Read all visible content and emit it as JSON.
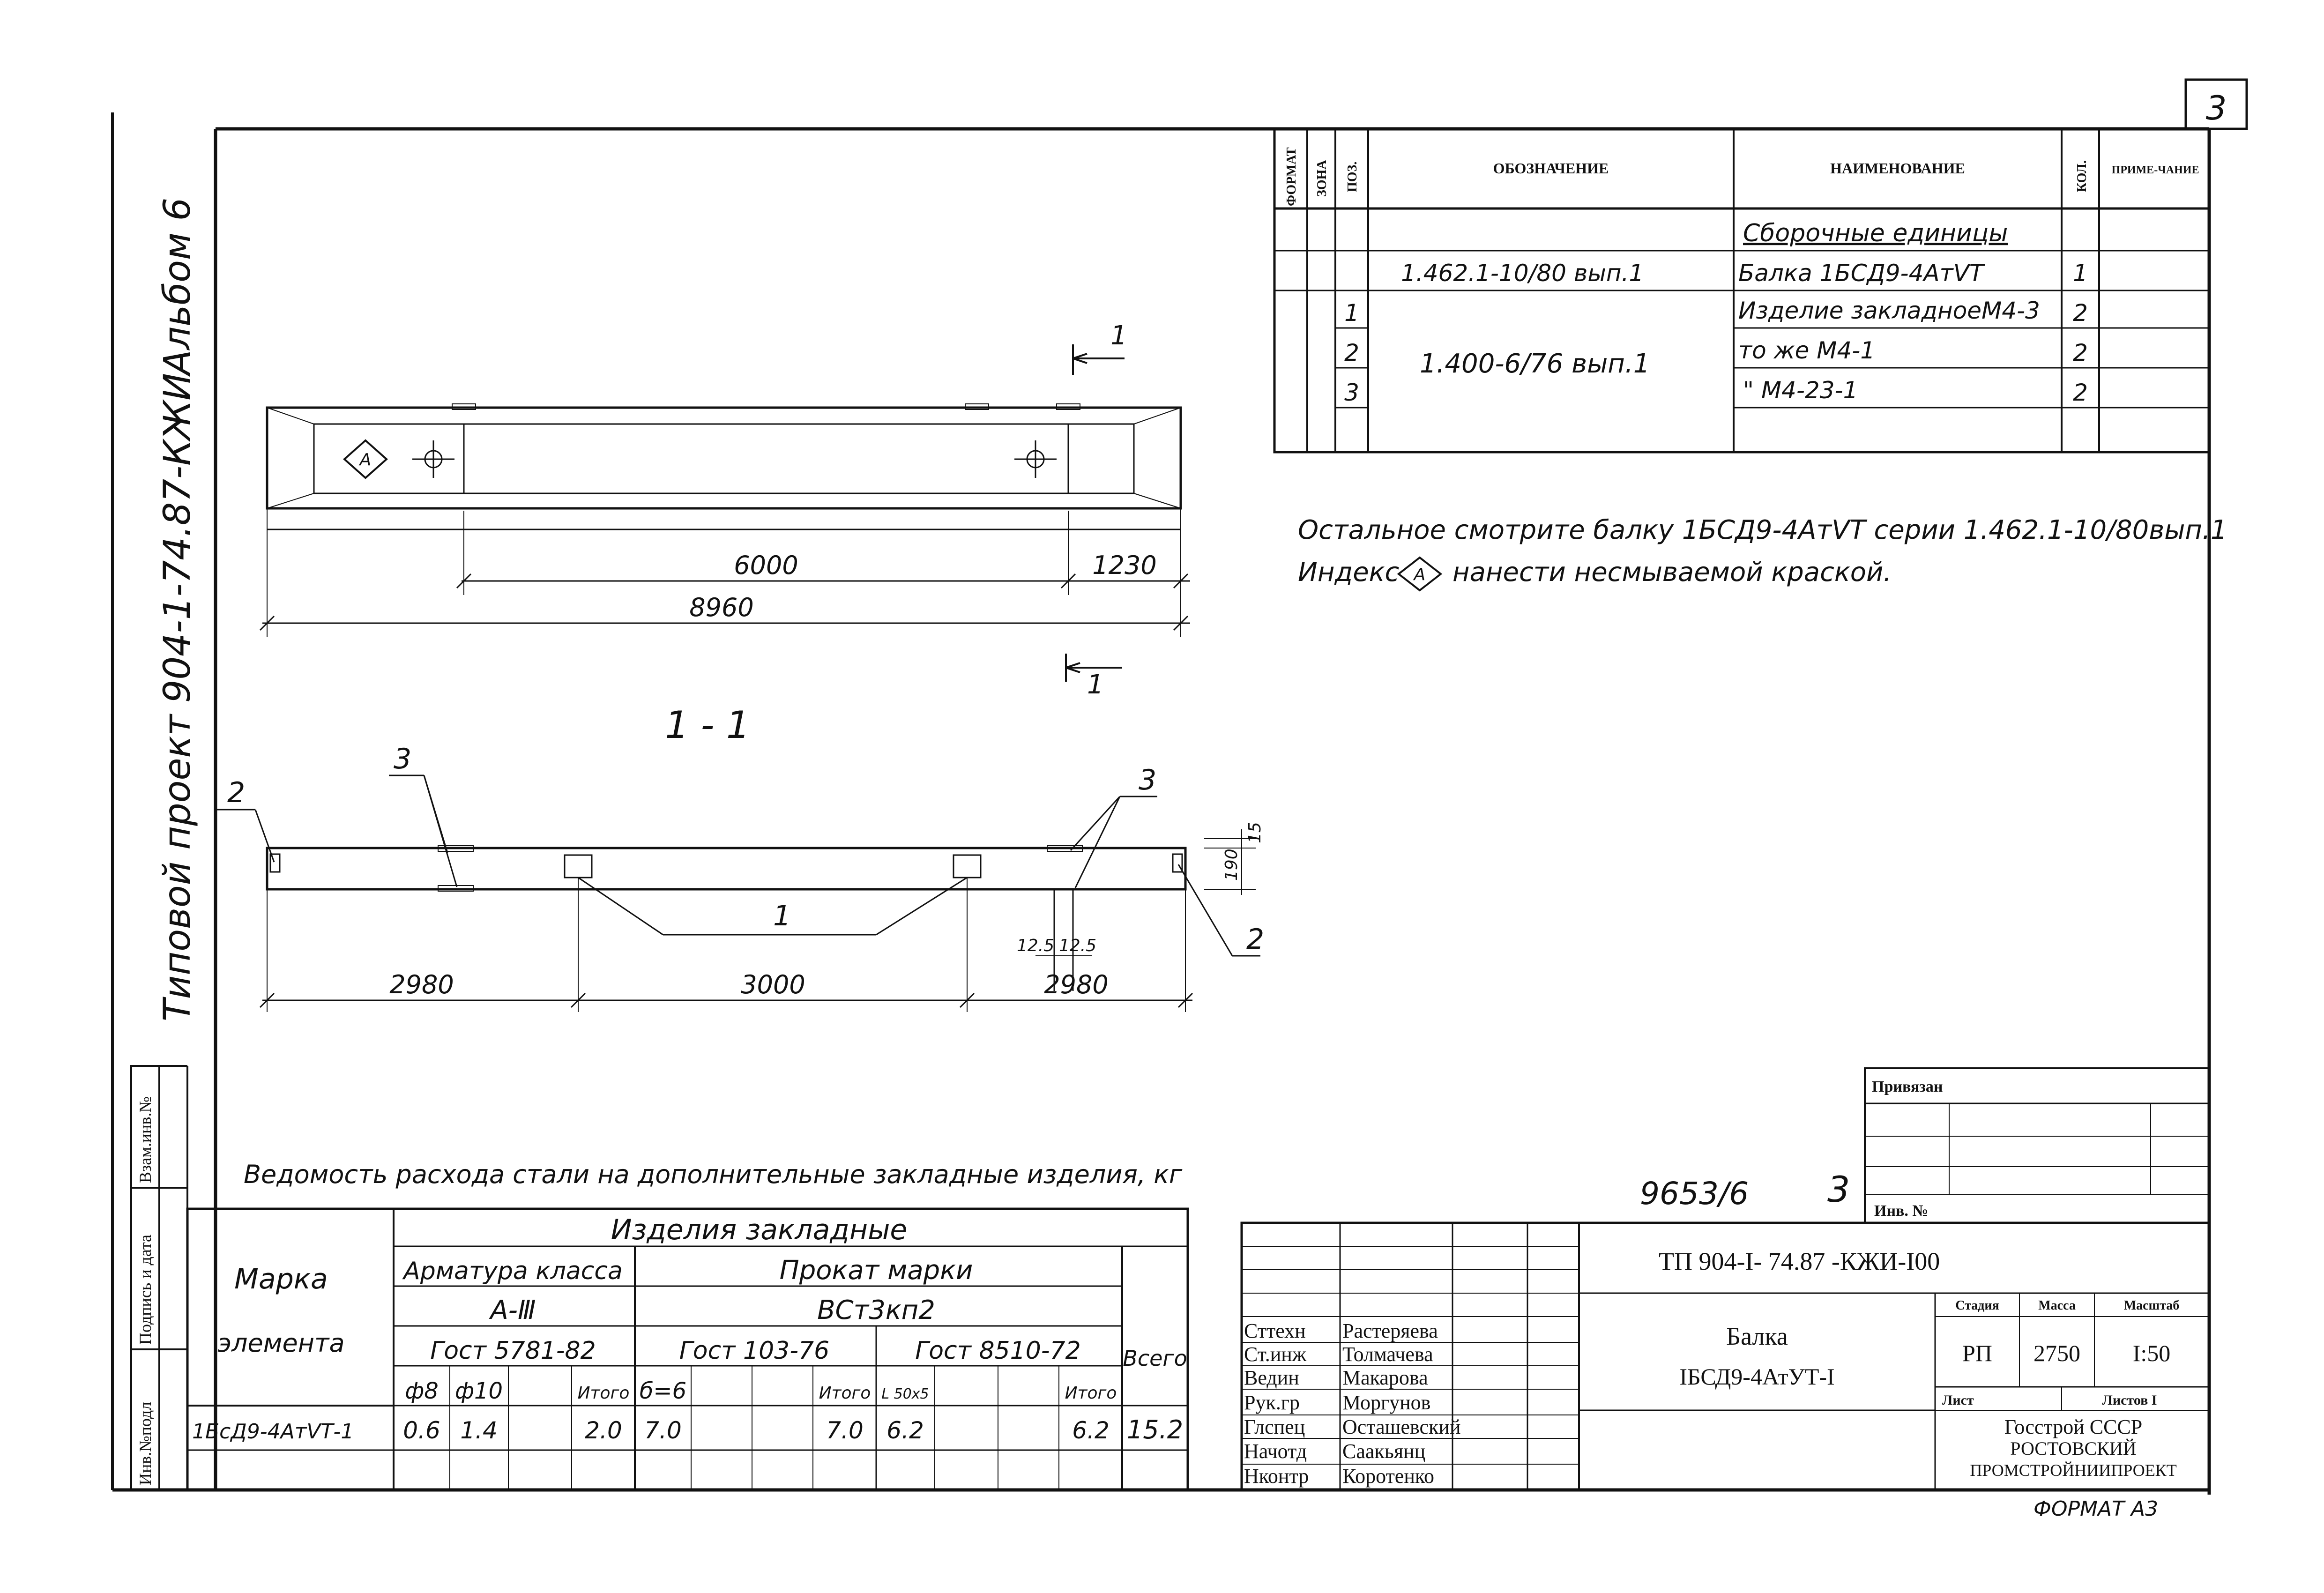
{
  "sheet_number": "3",
  "left_margin": {
    "project": "Типовой проект 904-1-74.87-КЖИ",
    "album": "Альбом 6",
    "stamp_cells": [
      "Инв.№подл",
      "Подпись и дата",
      "Взам.инв.№"
    ]
  },
  "spec_table": {
    "headers": [
      "ФОРМАТ",
      "ЗОНА",
      "ПОЗ.",
      "ОБОЗНАЧЕНИЕ",
      "НАИМЕНОВАНИЕ",
      "КОЛ.",
      "ПРИМЕ-ЧАНИЕ"
    ],
    "section_title": "Сборочные единицы",
    "rows": [
      {
        "pos": "",
        "designation": "1.462.1-10/80 вып.1",
        "name": "Балка 1БСД9-4АтⅤТ",
        "qty": "1"
      },
      {
        "pos": "1",
        "designation": "",
        "name": "Изделие закладноеМ4-3",
        "qty": "2"
      },
      {
        "pos": "2",
        "designation": "1.400-6/76 вып.1",
        "name": "то же              М4-1",
        "qty": "2"
      },
      {
        "pos": "3",
        "designation": "",
        "name": "\"              М4-23-1",
        "qty": "2"
      }
    ]
  },
  "notes": [
    "Остальное смотрите балку 1БСД9-4АтⅤТ серии 1.462.1-10/80вып.1",
    "нанести несмываемой краской."
  ],
  "notes_index_prefix": "Индекс",
  "index_mark": "A",
  "plan_view": {
    "dims": [
      "6000",
      "1230",
      "8960"
    ],
    "section_mark": "1"
  },
  "section_view": {
    "title": "1 - 1",
    "callouts": [
      "1",
      "2",
      "2",
      "3",
      "3"
    ],
    "dims": [
      "2980",
      "3000",
      "2980"
    ],
    "small_dims": [
      "15",
      "190",
      "12.5",
      "12.5"
    ]
  },
  "steel_table": {
    "title": "Ведомость расхода стали на дополнительные закладные изделия, кг",
    "mark_header": [
      "Марка",
      "элемента"
    ],
    "group_header": "Изделия закладные",
    "rebar_header": "Арматура класса",
    "rebar_class": "А-Ⅲ",
    "rebar_gost": "Гост 5781-82",
    "rolled_header": "Прокат марки",
    "rolled_grade": "ВСт3кп2",
    "rolled_gost1": "Гост 103-76",
    "rolled_gost2": "Гост 8510-72",
    "total_header": "Всего",
    "sub_headers": [
      "ф8",
      "ф10",
      "",
      "Итого",
      "б=6",
      "",
      "",
      "Итого",
      "L 50x5",
      "",
      "",
      "Итого"
    ],
    "row": {
      "mark": "1БсД9-4АтⅤТ-1",
      "values": [
        "0.6",
        "1.4",
        "",
        "2.0",
        "7.0",
        "",
        "",
        "7.0",
        "6.2",
        "",
        "",
        "6.2"
      ],
      "total": "15.2"
    }
  },
  "title_block": {
    "binding_label": "Привязан",
    "inv_label": "Инв. №",
    "archive_number": "9653/6",
    "archive_sheet": "3",
    "doc_code": "ТП 904-I- 74.87  -КЖИ-I00",
    "part_name": "Балка",
    "part_code": "IБСД9-4АтУТ-I",
    "headers": [
      "Стадия",
      "Масса",
      "Масштаб"
    ],
    "values": [
      "РП",
      "2750",
      "I:50"
    ],
    "sheet_label": "Лист",
    "sheets_label": "Листов  I",
    "organization": [
      "Госстрой СССР",
      "РОСТОВСКИЙ",
      "ПРОМСТРОЙНИИПРОЕКТ"
    ],
    "signatures": [
      {
        "role": "Сттехн",
        "name": "Растеряева"
      },
      {
        "role": "Ст.инж",
        "name": "Толмачева"
      },
      {
        "role": "Ведин",
        "name": "Макарова"
      },
      {
        "role": "Рук.гр",
        "name": "Моргунов"
      },
      {
        "role": "Глспец",
        "name": "Осташевский"
      },
      {
        "role": "Начотд",
        "name": "Саакьянц"
      },
      {
        "role": "Нконтр",
        "name": "Коротенко"
      }
    ],
    "format": "ФОРМАТ А3"
  }
}
